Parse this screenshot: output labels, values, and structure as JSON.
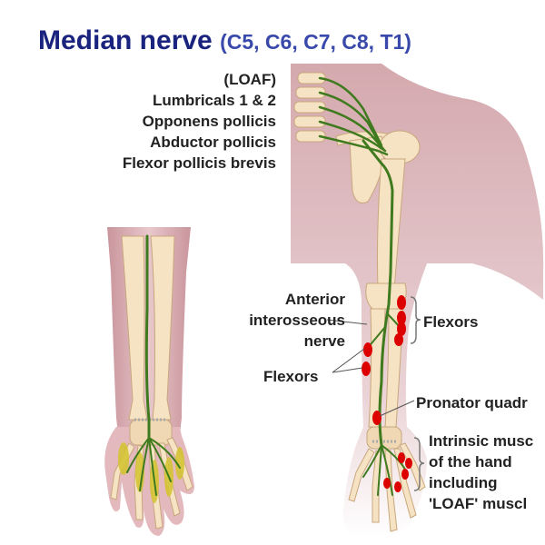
{
  "title": {
    "nerve": "Median nerve",
    "roots": "(C5, C6, C7, C8, T1)"
  },
  "loaf_list": [
    "(LOAF)",
    "Lumbricals 1 & 2",
    "Opponens pollicis",
    "Abductor pollicis",
    "Flexor pollicis brevis"
  ],
  "labels": {
    "anterior_interosseous": [
      "Anterior",
      "interosseous",
      "nerve"
    ],
    "flexors_right": "Flexors",
    "flexors_left": "Flexors",
    "pronator": "Pronator quadr",
    "intrinsic": [
      "Intrinsic musc",
      "of the hand",
      "including",
      "'LOAF' muscl"
    ]
  },
  "colors": {
    "title": "#1a237e",
    "nerve": "#3f7a1e",
    "bone": "#f6e3c4",
    "skin": "#d9b1b6",
    "muscle_dot": "#dd0000"
  }
}
